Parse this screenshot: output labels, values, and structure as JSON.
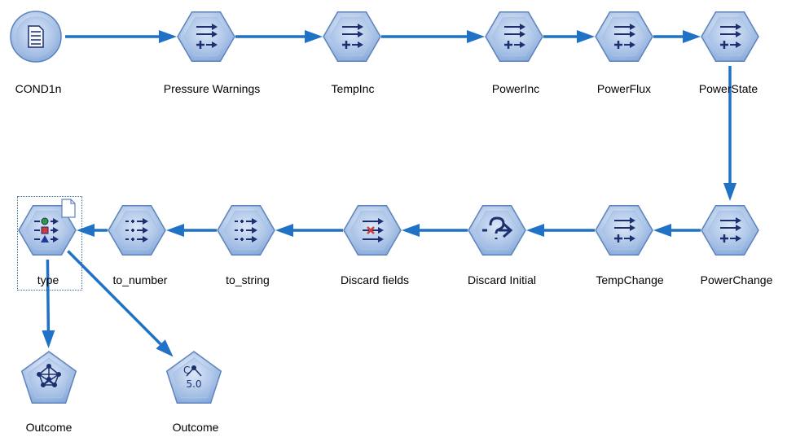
{
  "colors": {
    "node_fill_light": "#d9e6f7",
    "node_fill_dark": "#7fa3d6",
    "node_stroke": "#5d83bd",
    "glyph": "#1c2f6e",
    "arrow": "#1f72c6"
  },
  "nodes": [
    {
      "id": "cond1n",
      "label": "COND1n",
      "shape": "circle",
      "icon": "document-icon"
    },
    {
      "id": "pressure-warnings",
      "label": "Pressure Warnings",
      "shape": "hexagon",
      "icon": "derive-icon"
    },
    {
      "id": "tempinc",
      "label": "TempInc",
      "shape": "hexagon",
      "icon": "derive-icon"
    },
    {
      "id": "powerinc",
      "label": "PowerInc",
      "shape": "hexagon",
      "icon": "derive-icon"
    },
    {
      "id": "powerflux",
      "label": "PowerFlux",
      "shape": "hexagon",
      "icon": "derive-icon"
    },
    {
      "id": "powerstate",
      "label": "PowerState",
      "shape": "hexagon",
      "icon": "derive-icon"
    },
    {
      "id": "powerchange",
      "label": "PowerChange",
      "shape": "hexagon",
      "icon": "derive-icon"
    },
    {
      "id": "tempchange",
      "label": "TempChange",
      "shape": "hexagon",
      "icon": "derive-icon"
    },
    {
      "id": "discard-initial",
      "label": "Discard Initial",
      "shape": "hexagon",
      "icon": "select-icon"
    },
    {
      "id": "discard-fields",
      "label": "Discard fields",
      "shape": "hexagon",
      "icon": "filter-icon"
    },
    {
      "id": "to-string",
      "label": "to_string",
      "shape": "hexagon",
      "icon": "reclassify-icon"
    },
    {
      "id": "to-number",
      "label": "to_number",
      "shape": "hexagon",
      "icon": "reclassify-icon"
    },
    {
      "id": "type",
      "label": "type",
      "shape": "hexagon",
      "icon": "type-icon",
      "selected": true
    },
    {
      "id": "outcome-nn",
      "label": "Outcome",
      "shape": "pentagon",
      "icon": "neural-net-icon"
    },
    {
      "id": "outcome-c50",
      "label": "Outcome",
      "shape": "pentagon",
      "icon": "c50-tree-icon",
      "glyph_text": "5.0",
      "glyph_letter": "C"
    }
  ],
  "edges": [
    [
      "cond1n",
      "pressure-warnings"
    ],
    [
      "pressure-warnings",
      "tempinc"
    ],
    [
      "tempinc",
      "powerinc"
    ],
    [
      "powerinc",
      "powerflux"
    ],
    [
      "powerflux",
      "powerstate"
    ],
    [
      "powerstate",
      "powerchange"
    ],
    [
      "powerchange",
      "tempchange"
    ],
    [
      "tempchange",
      "discard-initial"
    ],
    [
      "discard-initial",
      "discard-fields"
    ],
    [
      "discard-fields",
      "to-string"
    ],
    [
      "to-string",
      "to-number"
    ],
    [
      "to-number",
      "type"
    ],
    [
      "type",
      "outcome-nn"
    ],
    [
      "type",
      "outcome-c50"
    ]
  ]
}
